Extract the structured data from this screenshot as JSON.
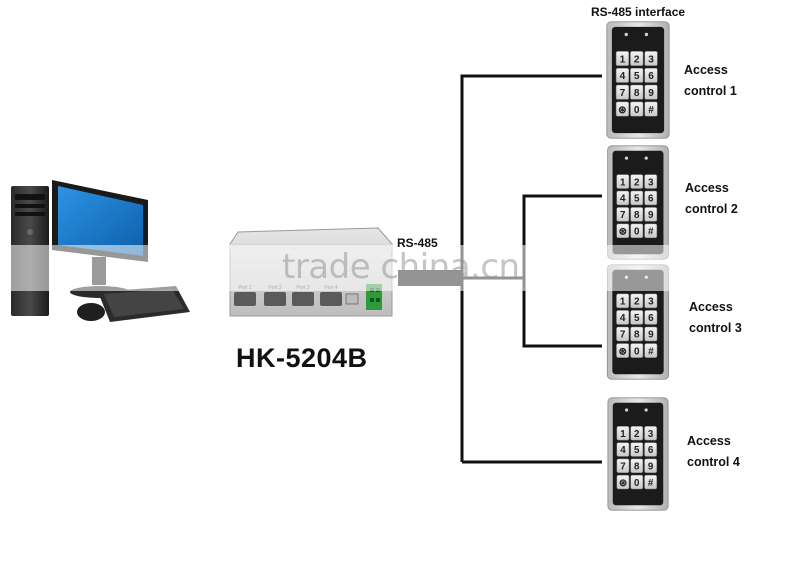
{
  "labels": {
    "interface_title": "RS-485 interface",
    "rs485_link": "RS-485",
    "model": "HK-5204B",
    "watermark": "trade china.cn"
  },
  "controllers": [
    {
      "line1": "Access",
      "line2": "control 1"
    },
    {
      "line1": "Access",
      "line2": "control 2"
    },
    {
      "line1": "Access",
      "line2": "control 3"
    },
    {
      "line1": "Access",
      "line2": "control 4"
    }
  ],
  "keypad_keys": [
    "1",
    "2",
    "3",
    "4",
    "5",
    "6",
    "7",
    "8",
    "9",
    "⊛",
    "0",
    "#"
  ],
  "device_ports": [
    "Port 1",
    "Port 2",
    "Port 3",
    "Port 4"
  ],
  "colors": {
    "wire": "#111111",
    "keypad_frame": "#c9c9c9",
    "keypad_face": "#1b1b1b",
    "monitor_screen": "#1e7fd0",
    "terminal_green": "#2f9a3a"
  },
  "icons": {
    "computer": "desktop-computer-icon",
    "converter": "rs485-converter-device",
    "keypad": "access-keypad-device"
  }
}
